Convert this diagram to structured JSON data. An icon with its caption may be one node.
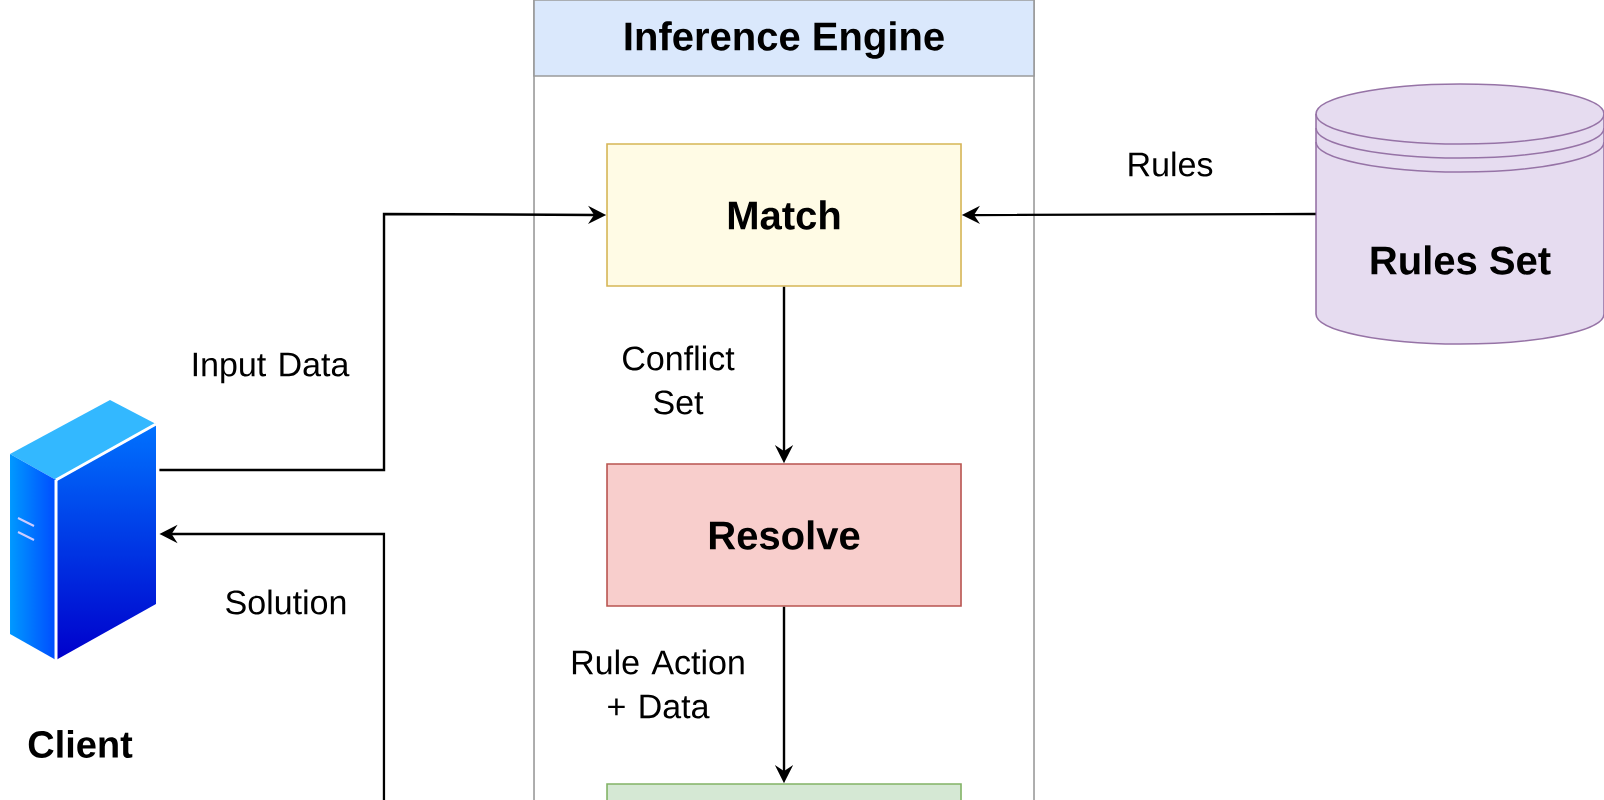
{
  "diagram": {
    "nodes": [
      {
        "text": [
          "Inference Engine"
        ]
      },
      {
        "text": [
          "Match"
        ],
        "in": 0
      },
      {
        "text": [
          "Resolve"
        ],
        "in": 0
      },
      {
        "text": [],
        "shape": "box",
        "in": 0
      },
      {
        "text": [
          "Rules Set"
        ]
      },
      {
        "text": [],
        "shape": "picture",
        "beside": [
          "Client"
        ]
      }
    ],
    "edges": [
      {
        "from": 5,
        "to": 1,
        "arrow": "to",
        "label": "Input Data"
      },
      {
        "from": 4,
        "to": 1,
        "arrow": "to",
        "label": "Rules"
      },
      {
        "from": 1,
        "to": 2,
        "arrow": "to",
        "label": "Conflict Set"
      },
      {
        "from": 2,
        "to": 3,
        "arrow": "to",
        "label": "Rule Action + Data"
      },
      {
        "from": null,
        "to": 5,
        "arrow": "to",
        "label": "Solution"
      }
    ]
  }
}
